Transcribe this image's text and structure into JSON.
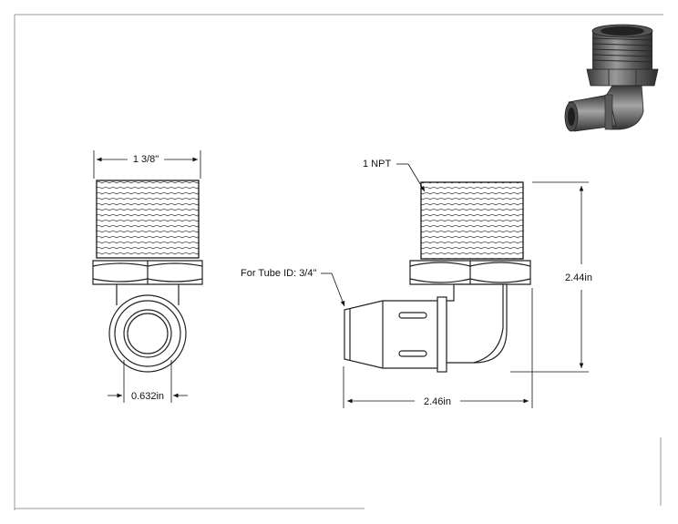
{
  "drawing": {
    "dimensions": {
      "overall_width_front": "1 3/8\"",
      "bore_diameter": "0.632in",
      "thread_spec": "1 NPT",
      "tube_id": "For Tube ID: 3/4\"",
      "height": "2.44in",
      "length": "2.46in"
    },
    "colors": {
      "line": "#222222",
      "thread_fill": "#e8e8e8",
      "iso_body": "#6e6e6e"
    },
    "icons": [
      "isometric-elbow-render"
    ]
  }
}
